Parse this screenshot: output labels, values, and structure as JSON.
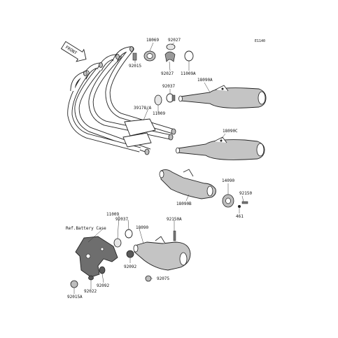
{
  "diagram": {
    "code": "E1140",
    "front_marker": "FRONT",
    "ref_label": "Ref.Battery Case",
    "labels": {
      "p18069": "18069",
      "p92027_top": "92027",
      "p92015_top": "92015",
      "p92027_mid": "92027",
      "p11009A": "11009A",
      "p92037_top": "92037",
      "p18090A": "18090A",
      "p39178A": "39178/A",
      "p11009_top": "11009",
      "p18090C": "18090C",
      "p18090B": "18090B",
      "p14090": "14090",
      "p92150": "92150",
      "p461": "461",
      "p11009_low": "11009",
      "p92037_low": "92037",
      "p18090": "18090",
      "p92150A": "92150A",
      "p92092_a": "92092",
      "p92092_b": "92092",
      "p92075": "92075",
      "p92022": "92022",
      "p92015A": "92015A"
    }
  }
}
